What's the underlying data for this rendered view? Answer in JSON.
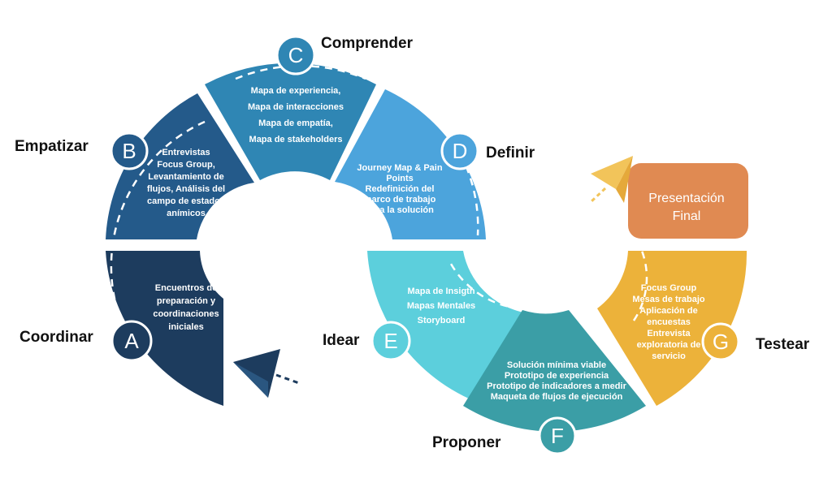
{
  "colors": {
    "coordinar": "#1d3c5e",
    "empatizar": "#245a8a",
    "comprender": "#2f86b4",
    "definir": "#4ca4dc",
    "idear": "#5ccfdc",
    "proponer": "#3b9ea6",
    "testear": "#ecb23a",
    "final": "#e08a52"
  },
  "stages": [
    {
      "key": "coordinar",
      "letter": "A",
      "title": "Coordinar",
      "lines": [
        "Encuentros de",
        "preparación y",
        "coordinaciones",
        "iniciales"
      ]
    },
    {
      "key": "empatizar",
      "letter": "B",
      "title": "Empatizar",
      "lines": [
        "Entrevistas",
        "Focus Group,",
        "Levantamiento de",
        "flujos, Análisis del",
        "campo de estados",
        "anímicos"
      ]
    },
    {
      "key": "comprender",
      "letter": "C",
      "title": "Comprender",
      "lines": [
        "Mapa de experiencia,",
        "Mapa de interacciones",
        "Mapa de empatía,",
        "Mapa de stakeholders"
      ]
    },
    {
      "key": "definir",
      "letter": "D",
      "title": "Definir",
      "lines": [
        "Journey Map & Pain",
        "Points",
        "Redefinición del",
        "marco  de trabajo",
        "para la solución"
      ]
    },
    {
      "key": "idear",
      "letter": "E",
      "title": "Idear",
      "lines": [
        "Mapa de Insigth",
        "Mapas Mentales",
        "Storyboard"
      ]
    },
    {
      "key": "proponer",
      "letter": "F",
      "title": "Proponer",
      "lines": [
        "Solución mínima viable",
        "Prototipo de experiencia",
        "Prototipo de indicadores a medir",
        "Maqueta de flujos de ejecución"
      ]
    },
    {
      "key": "testear",
      "letter": "G",
      "title": "Testear",
      "lines": [
        "Focus Group",
        "Mesas de trabajo",
        "Aplicación de",
        "encuestas",
        "Entrevista",
        "exploratoria de",
        "servicio"
      ]
    }
  ],
  "final": {
    "lines": [
      "Presentación",
      "Final"
    ]
  },
  "icons": [
    "paper-plane-icon",
    "paper-plane-icon"
  ]
}
